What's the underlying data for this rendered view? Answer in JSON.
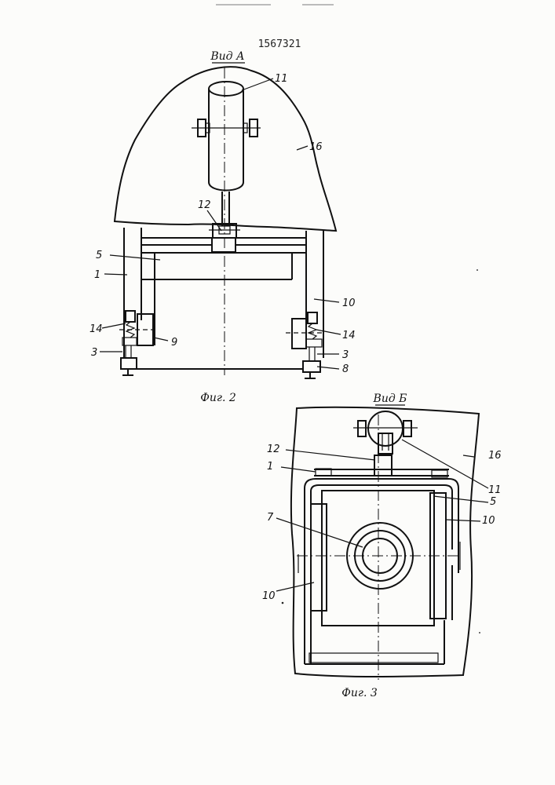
{
  "document": {
    "patent_number": "1567321"
  },
  "figure2": {
    "view_title": "Вид А",
    "caption": "Фиг. 2",
    "callouts": {
      "c11": "11",
      "c16": "16",
      "c12": "12",
      "c5": "5",
      "c1": "1",
      "c10": "10",
      "c14_left": "14",
      "c14_right": "14",
      "c9": "9",
      "c3_left": "3",
      "c3_right": "3",
      "c8": "8"
    }
  },
  "figure3": {
    "view_title": "Вид Б",
    "caption": "Фиг. 3",
    "callouts": {
      "c12": "12",
      "c1": "1",
      "c7": "7",
      "c10_left": "10",
      "c16": "16",
      "c11": "11",
      "c5": "5",
      "c10_right": "10"
    }
  }
}
